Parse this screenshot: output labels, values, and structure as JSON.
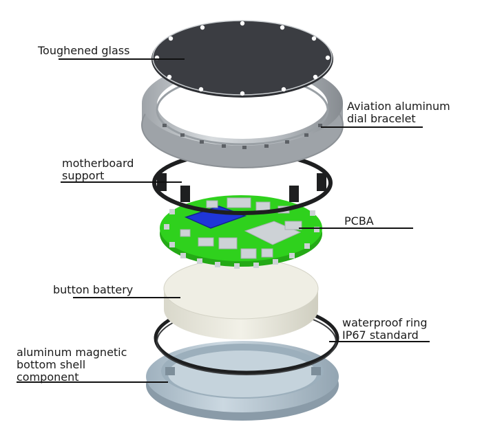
{
  "labels": {
    "glass": "Toughened glass",
    "bracelet_line1": "Aviation aluminum",
    "bracelet_line2": "dial bracelet",
    "support_line1": "motherboard",
    "support_line2": "support",
    "pcba": "PCBA",
    "battery": "button battery",
    "ring_line1": "waterproof ring",
    "ring_line2": "IP67 standard",
    "shell_line1": "aluminum magnetic",
    "shell_line2": "bottom shell",
    "shell_line3": "component"
  },
  "colors": {
    "glass": "#3b3d42",
    "metal": "#b9bec3",
    "metal_dark": "#8c9196",
    "gasket": "#1e1f20",
    "pcb": "#2fd11d",
    "chip": "#1f36d8",
    "component": "#cdd2d6",
    "battery": "#ecebdf",
    "shell": "#aebfcb"
  }
}
